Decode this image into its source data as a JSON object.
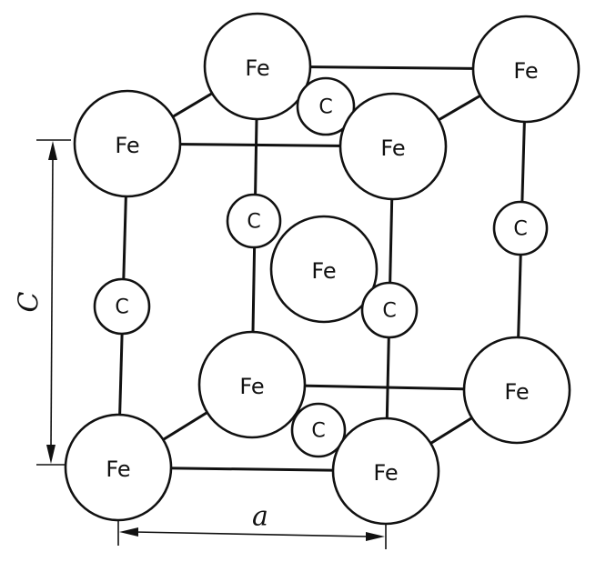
{
  "atoms": {
    "fe_label": "Fe",
    "c_label": "C"
  },
  "dimensions": {
    "vertical_label": "C",
    "horizontal_label": "a"
  }
}
